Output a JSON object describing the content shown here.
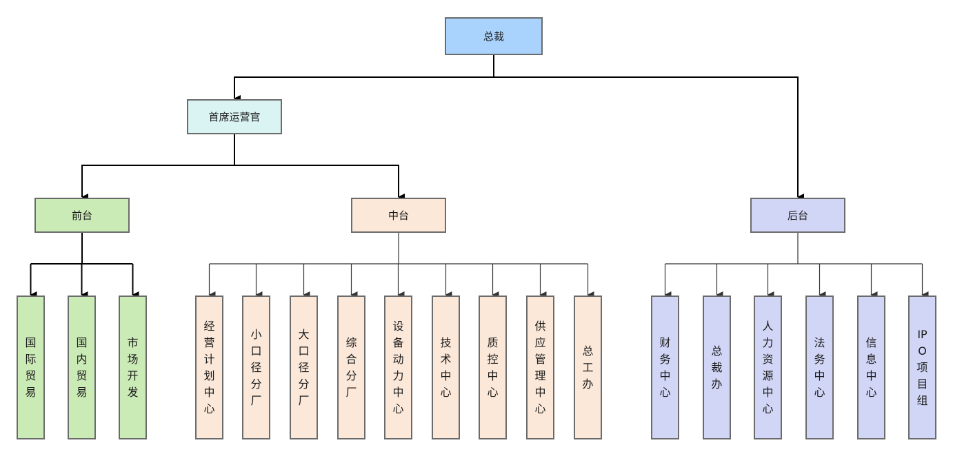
{
  "colors": {
    "root_fill": "#a9d3fc",
    "coo_fill": "#daf3f3",
    "front_fill": "#cbebb6",
    "middle_fill": "#fbe8d9",
    "back_fill": "#d1d6f6",
    "border": "#6b6b6b",
    "connector_main": "#000000",
    "connector_sub": "#333333"
  },
  "root": {
    "label": "总裁"
  },
  "coo": {
    "label": "首席运营官"
  },
  "front": {
    "label": "前台",
    "children": [
      {
        "label": "国际贸易"
      },
      {
        "label": "国内贸易"
      },
      {
        "label": "市场开发"
      }
    ]
  },
  "middle": {
    "label": "中台",
    "children": [
      {
        "label": "经营计划中心"
      },
      {
        "label": "小口径分厂"
      },
      {
        "label": "大口径分厂"
      },
      {
        "label": "综合分厂"
      },
      {
        "label": "设备动力中心"
      },
      {
        "label": "技术中心"
      },
      {
        "label": "质控中心"
      },
      {
        "label": "供应管理中心"
      },
      {
        "label": "总工办"
      }
    ]
  },
  "back": {
    "label": "后台",
    "children": [
      {
        "label": "财务中心"
      },
      {
        "label": "总裁办"
      },
      {
        "label": "人力资源中心"
      },
      {
        "label": "法务中心"
      },
      {
        "label": "信息中心"
      },
      {
        "label": "IPO项目组"
      }
    ]
  }
}
